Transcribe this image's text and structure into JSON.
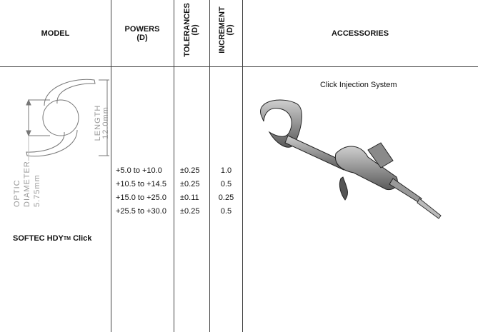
{
  "headers": {
    "model": "MODEL",
    "powers": "POWERS",
    "powers_unit": "(D)",
    "tolerances": "TOLERANCES",
    "tolerances_unit": "(D)",
    "increment": "INCREMENT",
    "increment_unit": "(D)",
    "accessories": "ACCESSORIES"
  },
  "diagram": {
    "length_label": "LENGTH",
    "length_value": "12.0mm",
    "optic_label_1": "OPTIC",
    "optic_label_2": "DIAMETER",
    "optic_value": "5.75mm"
  },
  "model_name": "SOFTEC HDY",
  "model_tm": "TM",
  "model_suffix": " Click",
  "rows": [
    {
      "powers": "+5.0  to +10.0",
      "tolerance": "±0.25",
      "increment": "1.0"
    },
    {
      "powers": "+10.5 to +14.5",
      "tolerance": "±0.25",
      "increment": "0.5"
    },
    {
      "powers": "+15.0 to +25.0",
      "tolerance": "±0.11",
      "increment": "0.25"
    },
    {
      "powers": "+25.5 to +30.0",
      "tolerance": "±0.25",
      "increment": "0.5"
    }
  ],
  "accessory": {
    "title": "Click Injection System",
    "image_icon": "injector-icon"
  }
}
